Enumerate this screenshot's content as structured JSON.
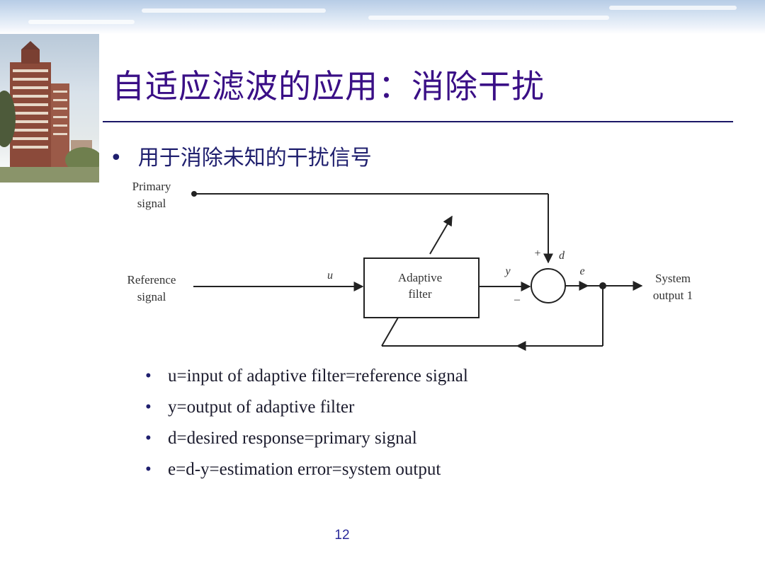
{
  "slide": {
    "title": "自适应滤波的应用：消除干扰",
    "bullet": "用于消除未知的干扰信号",
    "page_number": "12"
  },
  "diagram": {
    "primary_line1": "Primary",
    "primary_line2": "signal",
    "reference_line1": "Reference",
    "reference_line2": "signal",
    "filter_line1": "Adaptive",
    "filter_line2": "filter",
    "u": "u",
    "y": "y",
    "d": "d",
    "e": "e",
    "plus": "+",
    "minus": "–",
    "output_line1": "System",
    "output_line2": "output 1"
  },
  "definitions": [
    "u=input of adaptive filter=reference signal",
    "y=output of adaptive filter",
    "d=desired response=primary signal",
    "e=d-y=estimation error=system output"
  ],
  "colors": {
    "title": "#3a0f86",
    "bullet_text": "#1f1f6e",
    "rule": "#1a1666",
    "page_number": "#2a2a9a"
  }
}
